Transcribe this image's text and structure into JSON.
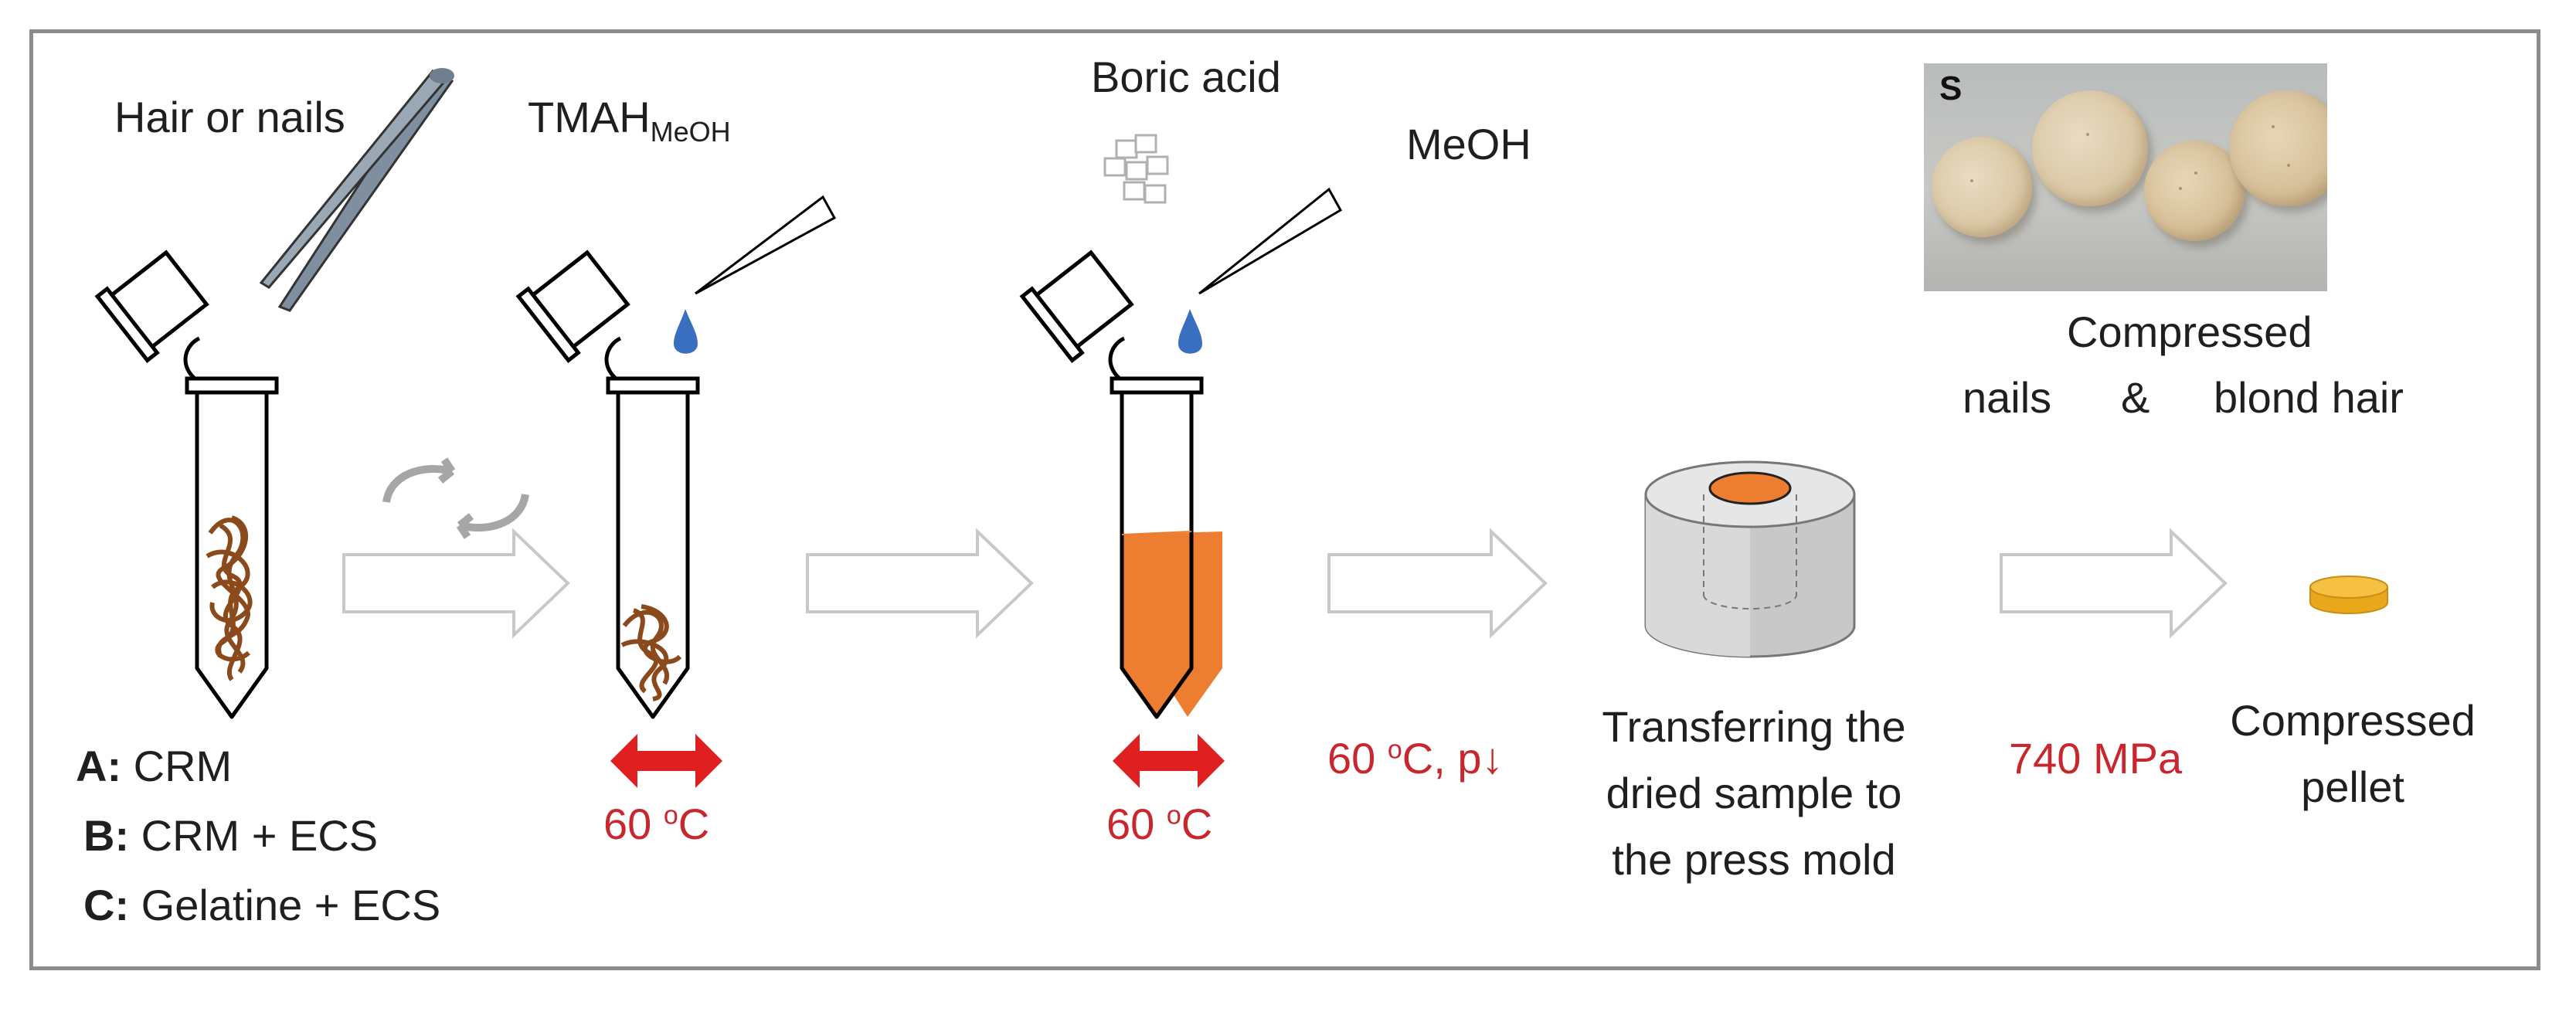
{
  "labels": {
    "hair_or_nails": "Hair or nails",
    "tmah_main": "TMAH",
    "tmah_sub": "MeOH",
    "boric_acid": "Boric acid",
    "meoh": "MeOH",
    "temp_1": "60 ",
    "temp_1_sup": "o",
    "temp_1_unit": "C",
    "temp_2": "60 ",
    "temp_2_sup": "o",
    "temp_2_unit": "C",
    "dry_cond_a": "60 ",
    "dry_cond_sup": "o",
    "dry_cond_b": "C, p↓",
    "transfer_line1": "Transferring the",
    "transfer_line2": "dried sample to",
    "transfer_line3": "the press mold",
    "pressure": "740 MPa",
    "pellet_line1": "Compressed",
    "pellet_line2": "pellet",
    "photo_letter": "S",
    "photo_caption1": "Compressed",
    "photo_nails": "nails",
    "photo_amp": "&",
    "photo_blond": "blond hair"
  },
  "samples": [
    {
      "key": "A:",
      "text": " CRM"
    },
    {
      "key": "B:",
      "text": " CRM + ECS"
    },
    {
      "key": "C:",
      "text": " Gelatine + ECS"
    }
  ],
  "colors": {
    "frame": "#8c8c8c",
    "hair": "#8a4a1c",
    "solution": "#ed7d31",
    "droplet": "#3a6fbf",
    "heat_arrow": "#e02020",
    "red_text": "#c8272d",
    "pellet": "#f6c143"
  },
  "icons": {
    "tweezers": "tweezers-icon",
    "rotate": "rotate-icon",
    "pipette": "pipette-icon",
    "crystals": "crystals-icon",
    "mold": "press-mold-icon",
    "pellet": "pellet-icon"
  }
}
